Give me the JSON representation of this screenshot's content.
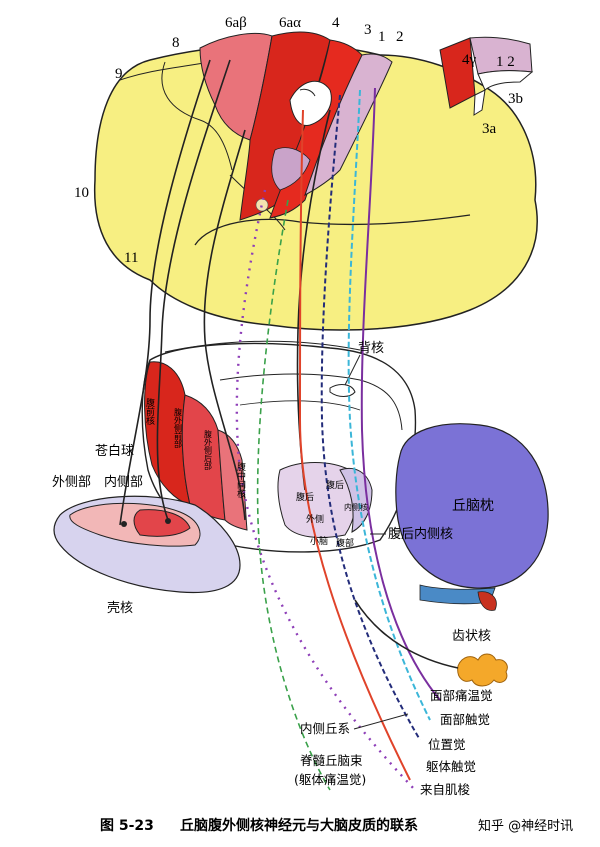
{
  "cortex_labels": {
    "a8": "8",
    "a9": "9",
    "a10": "10",
    "a11": "11",
    "a6ab": "6aβ",
    "a6aa": "6aα",
    "a4": "4",
    "a3": "3",
    "a1": "1",
    "a2": "2",
    "inset_4g": "4γ",
    "inset_12": "1 2",
    "inset_3b": "3b",
    "inset_3a": "3a"
  },
  "thalamus_labels": {
    "dorsal_nucleus": "背核",
    "pulvinar": "丘脑枕",
    "vpm": "腹后内侧核",
    "globus_pallidus": "苍白球",
    "gp_lateral": "外侧部",
    "gp_medial": "内侧部",
    "putamen": "壳核",
    "ventral_anterior": "腹前核",
    "ventral_lateral_anterior": "腹外侧前部",
    "ventral_lateral_posterior": "腹外侧后部",
    "ventral_intermedius": "腹中间核",
    "ventral_posterior": "腹后",
    "lateral": "外侧",
    "cerebellar": "小脑",
    "vpl_small": "腹后",
    "medial_small": "内侧核",
    "ventral_small": "腹部"
  },
  "pathway_labels": {
    "dentate": "齿状核",
    "face_pain_temp": "面部痛温觉",
    "face_touch": "面部触觉",
    "position": "位置觉",
    "body_touch": "躯体触觉",
    "muscle_spindle": "来自肌梭",
    "medial_lemniscus": "内侧丘系",
    "spinothalamic": "脊髓丘脑束",
    "spinothalamic_sub": "(躯体痛温觉)"
  },
  "caption": {
    "figure": "图 5-23",
    "title": "丘脑腹外侧核神经元与大脑皮质的联系",
    "watermark": "知乎 @神经时讯"
  },
  "colors": {
    "cortex_yellow": "#f7ef82",
    "motor_red": "#d8261c",
    "premotor_pink": "#e9737a",
    "pulvinar_blue": "#7b72d6",
    "dentate_orange": "#f4a82a"
  }
}
